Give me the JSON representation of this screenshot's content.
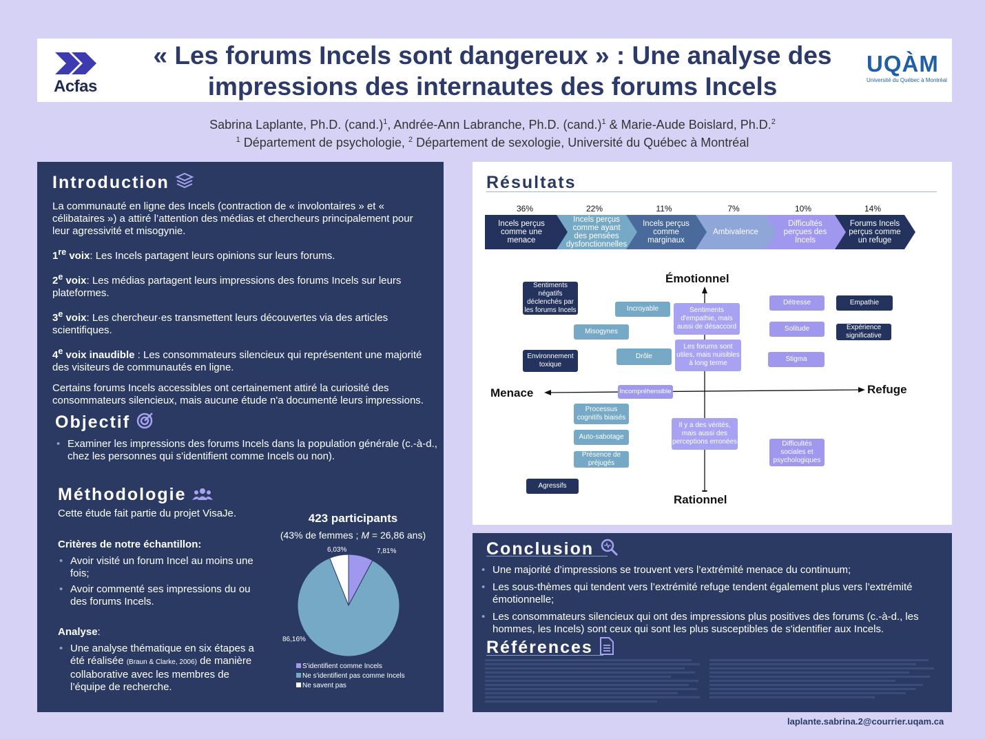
{
  "header": {
    "title_line1": "« Les forums Incels sont dangereux » : Une analyse des",
    "title_line2": "impressions des internautes des forums Incels",
    "acfas_text": "Acfas",
    "uqam_name": "UQÀM",
    "uqam_sub": "Université du Québec à Montréal"
  },
  "authors": {
    "names_a": "Sabrina Laplante, Ph.D. (cand.)",
    "names_b": ", Andrée-Ann Labranche,  Ph.D. (cand.)",
    "names_c": " & Marie-Aude Boislard, Ph.D.",
    "sup1": "1",
    "sup2": "2",
    "affil_a": " Département de psychologie, ",
    "affil_b": " Département de sexologie, Université du Québec à Montréal"
  },
  "introduction": {
    "title": "Introduction",
    "paragraph": "La communauté en ligne des Incels (contraction de « involontaires » et « célibataires ») a attiré l’attention des médias et chercheurs principalement pour leur agressivité et misogynie.",
    "voices": [
      {
        "num": "1",
        "sup": "re",
        "label": " voix",
        "text": ": Les Incels partagent leurs opinions sur leurs forums."
      },
      {
        "num": "2",
        "sup": "e",
        "label": " voix",
        "text": ": Les médias partagent leurs impressions des forums Incels sur leurs plateformes."
      },
      {
        "num": "3",
        "sup": "e",
        "label": " voix",
        "text": ": Les chercheur·es transmettent leurs découvertes via des articles scientifiques."
      },
      {
        "num": "4",
        "sup": "e",
        "label": " voix inaudible",
        "text": " : Les consommateurs silencieux qui représentent une majorité des visiteurs de communautés en ligne."
      }
    ],
    "closing": "Certains forums Incels accessibles ont certainement attiré la curiosité des consommateurs silencieux, mais aucune étude n'a documenté leurs impressions."
  },
  "objectif": {
    "title": "Objectif",
    "bullet": "Examiner les impressions des forums Incels dans la population générale (c.-à-d., chez les personnes qui s'identifient comme Incels ou non)."
  },
  "methodologie": {
    "title": "Méthodologie",
    "intro": "Cette étude fait partie du projet VisaJe.",
    "criteria_title": "Critères de notre échantillon:",
    "criteria": [
      "Avoir visité un forum Incel au moins une fois;",
      "Avoir commenté ses impressions du ou des forums Incels."
    ],
    "analyse_title": "Analyse",
    "analyse_colon": ":",
    "analyse_a": "Une analyse thématique en six étapes a été réalisée ",
    "analyse_cite": "(Braun & Clarke, 2006)",
    "analyse_b": " de manière collaborative avec les membres de l’équipe de recherche.",
    "participants": "423 participants",
    "demo_a": "(43% de femmes ; ",
    "demo_m": "M",
    "demo_b": " = 26,86 ans)"
  },
  "chart_data": {
    "type": "pie",
    "categories": [
      "S'identifient comme Incels",
      "Ne s'identifient pas comme Incels",
      "Ne savent pas"
    ],
    "values": [
      7.81,
      86.16,
      6.03
    ],
    "labels": [
      "7,81%",
      "86,16%",
      "6,03%"
    ],
    "colors": [
      "#9f98ee",
      "#76a9c5",
      "#ffffff"
    ],
    "legend": "bottom"
  },
  "resultats": {
    "title": "Résultats",
    "continuum": [
      {
        "pct": "36%",
        "label": "Incels perçus comme une menace",
        "color": "#24335e"
      },
      {
        "pct": "22%",
        "label": "Incels perçus comme ayant des pensées dysfonctionnelles",
        "color": "#76a9c5"
      },
      {
        "pct": "11%",
        "label": "Incels perçus comme marginaux",
        "color": "#496a9b"
      },
      {
        "pct": "7%",
        "label": "Ambivalence",
        "color": "#8fa6d8"
      },
      {
        "pct": "10%",
        "label": "Difficultés perçues des Incels",
        "color": "#9f98ee"
      },
      {
        "pct": "14%",
        "label": "Forums Incels perçus comme un refuge",
        "color": "#24335e"
      }
    ],
    "axes": {
      "top": "Émotionnel",
      "bottom": "Rationnel",
      "left": "Menace",
      "right": "Refuge"
    },
    "tags": {
      "sentiments_negatifs": "Sentiments négatifs déclenchés par les forums Incels",
      "incroyable": "Incroyable",
      "sentiments_empathie": "Sentiments d'empathie, mais aussi de désaccord",
      "detresse": "Détresse",
      "empathie": "Empathie",
      "misogynes": "Misogynes",
      "solitude": "Solitude",
      "experience": "Expérience significative",
      "environnement": "Environnement toxique",
      "drole": "Drôle",
      "forums_utiles": "Les forums sont utiles, mais nuisibles à long terme",
      "stigma": "Stigma",
      "incomprehensible": "Incompréhensible",
      "processus": "Processus cognitifs biaisés",
      "verites": "Il y a des vérités, mais aussi des perceptions erronées",
      "autosabotage": "Auto-sabotage",
      "difficultes": "Difficultés sociales et psychologiques",
      "prejuges": "Présence de préjugés",
      "agressifs": "Agressifs"
    }
  },
  "conclusion": {
    "title": "Conclusion",
    "bullets": [
      "Une majorité d’impressions se trouvent vers l’extrémité menace du continuum;",
      "Les  sous-thèmes qui tendent vers l’extrémité refuge tendent également plus vers l’extrémité émotionnelle;",
      "Les consommateurs silencieux qui ont des impressions plus positives des forums (c.-à-d., les hommes, les Incels) sont ceux qui sont les plus susceptibles de s'identifier aux Incels."
    ]
  },
  "references": {
    "title": "Références"
  },
  "email": "laplante.sabrina.2@courrier.uqam.ca"
}
